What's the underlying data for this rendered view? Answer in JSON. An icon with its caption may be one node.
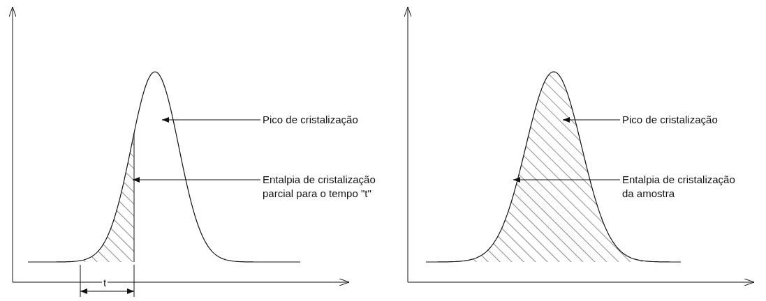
{
  "diagram": {
    "nodes": [
      {
        "text": [
          "Pico de cristalização"
        ]
      },
      {
        "text": [
          "Entalpia de cristalização parcial para o tempo \"t\""
        ]
      },
      {
        "text": [
          "Pico de cristalização"
        ]
      },
      {
        "text": [
          "Entalpia de cristalização da amostra"
        ]
      }
    ],
    "edges": [
      {
        "from": 0,
        "to": null,
        "arrow": "to"
      },
      {
        "from": 1,
        "to": null,
        "arrow": "to"
      },
      {
        "from": 2,
        "to": null,
        "arrow": "to"
      },
      {
        "from": 3,
        "to": null,
        "arrow": "to"
      }
    ],
    "labels": [
      "t"
    ]
  }
}
